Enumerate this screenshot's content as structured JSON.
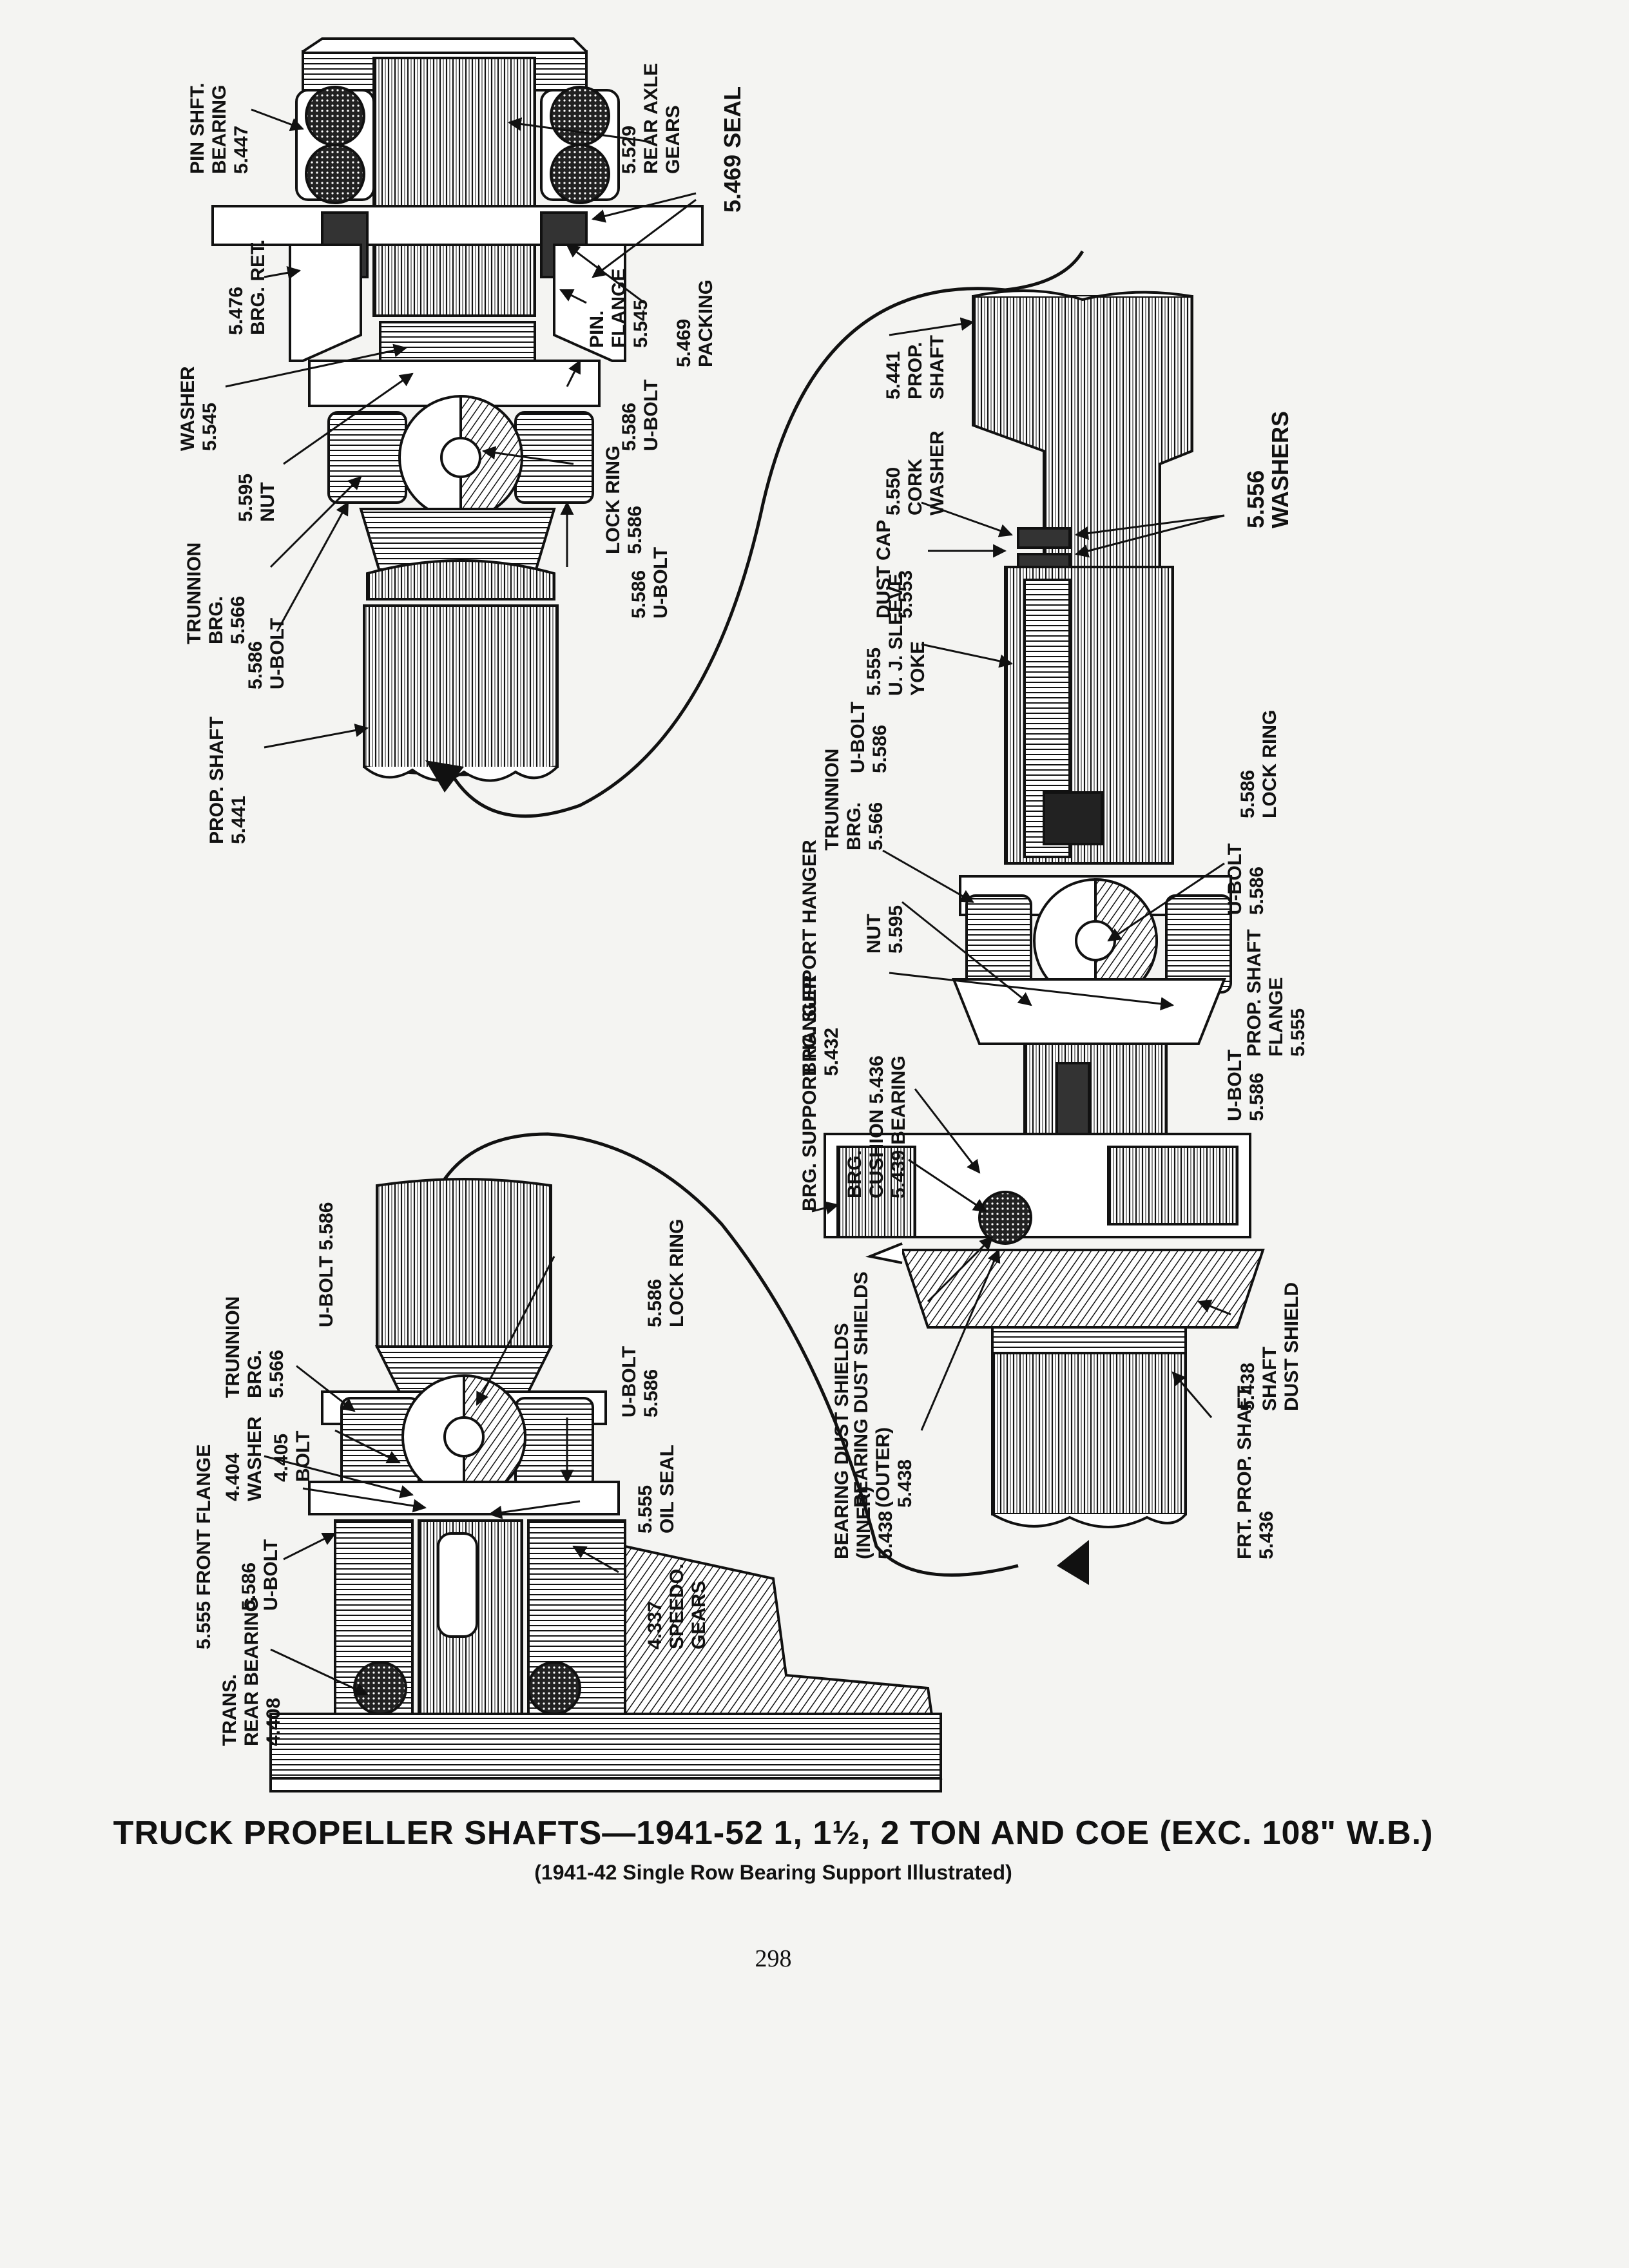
{
  "caption": {
    "title": "TRUCK PROPELLER SHAFTS—1941-52 1, 1½, 2 TON AND COE (EXC. 108\" W.B.)",
    "subtitle": "(1941-42 Single Row Bearing Support Illustrated)"
  },
  "page_number": "298",
  "labels": {
    "a1": [
      "PIN SHFT.",
      "BEARING",
      "5.447"
    ],
    "a2": [
      "5.529",
      "REAR AXLE",
      "GEARS"
    ],
    "a3": [
      "5.469 SEAL"
    ],
    "a4": [
      "5.476",
      "BRG. RET."
    ],
    "a5": [
      "PIN.",
      "FLANGE",
      "5.545"
    ],
    "a6": [
      "5.469",
      "PACKING"
    ],
    "a7": [
      "WASHER",
      "5.545"
    ],
    "a8": [
      "5.586",
      "U-BOLT"
    ],
    "a9": [
      "5.595",
      "NUT"
    ],
    "a10": [
      "LOCK RING",
      "5.586"
    ],
    "a11": [
      "TRUNNION",
      "BRG.",
      "5.566"
    ],
    "a12": [
      "5.586",
      "U-BOLT"
    ],
    "a13": [
      "5.586",
      "U-BOLT"
    ],
    "a14": [
      "PROP. SHAFT",
      "5.441"
    ],
    "b1": [
      "5.441",
      "PROP.",
      "SHAFT"
    ],
    "b2": [
      "5.550",
      "CORK",
      "WASHER"
    ],
    "b3": [
      "5.556",
      "WASHERS"
    ],
    "b4": [
      "DUST CAP",
      "5.553"
    ],
    "b5": [
      "5.555",
      "U. J. SLEEVE",
      "YOKE"
    ],
    "b6": [
      "U-BOLT",
      "5.586"
    ],
    "b7": [
      "TRUNNION",
      "BRG.",
      "5.566"
    ],
    "b8": [
      "5.586",
      "LOCK RING"
    ],
    "b9": [
      "NUT",
      "5.595"
    ],
    "b10": [
      "U-BOLT",
      "5.586"
    ],
    "b11": [
      "BRG. SUPPORT HANGER",
      "5.432"
    ],
    "b12": [
      "PROP. SHAFT",
      "FLANGE",
      "5.555"
    ],
    "b13": [
      "BRG.",
      "CUSHION 5.436",
      "5.439   BEARING"
    ],
    "b14": [
      "U-BOLT",
      "5.586"
    ],
    "b15": [
      "BRG. SUPPORT HANGER"
    ],
    "b16": [
      "BEARING DUST SHIELDS",
      "(OUTER)",
      "5.438"
    ],
    "b17": [
      "BEARING DUST SHIELDS",
      "(INNER)",
      "5.438"
    ],
    "b18": [
      "5.438",
      "SHAFT",
      "DUST SHIELD"
    ],
    "b19": [
      "FRT. PROP. SHAFT",
      "5.436"
    ],
    "c1": [
      "TRUNNION",
      "BRG.",
      "5.566"
    ],
    "c2": [
      "U-BOLT 5.586"
    ],
    "c3": [
      "5.586",
      "LOCK RING"
    ],
    "c4": [
      "5.555 FRONT FLANGE"
    ],
    "c5": [
      "4.404",
      "WASHER"
    ],
    "c6": [
      "4.405",
      "BOLT"
    ],
    "c7": [
      "U-BOLT",
      "5.586"
    ],
    "c8": [
      "5.555",
      "OIL SEAL"
    ],
    "c9": [
      "5.586",
      "U-BOLT"
    ],
    "c10": [
      "4.337",
      "SPEEDO.",
      "GEARS"
    ],
    "c11": [
      "TRANS.",
      "REAR BEARING",
      "4.408"
    ]
  }
}
